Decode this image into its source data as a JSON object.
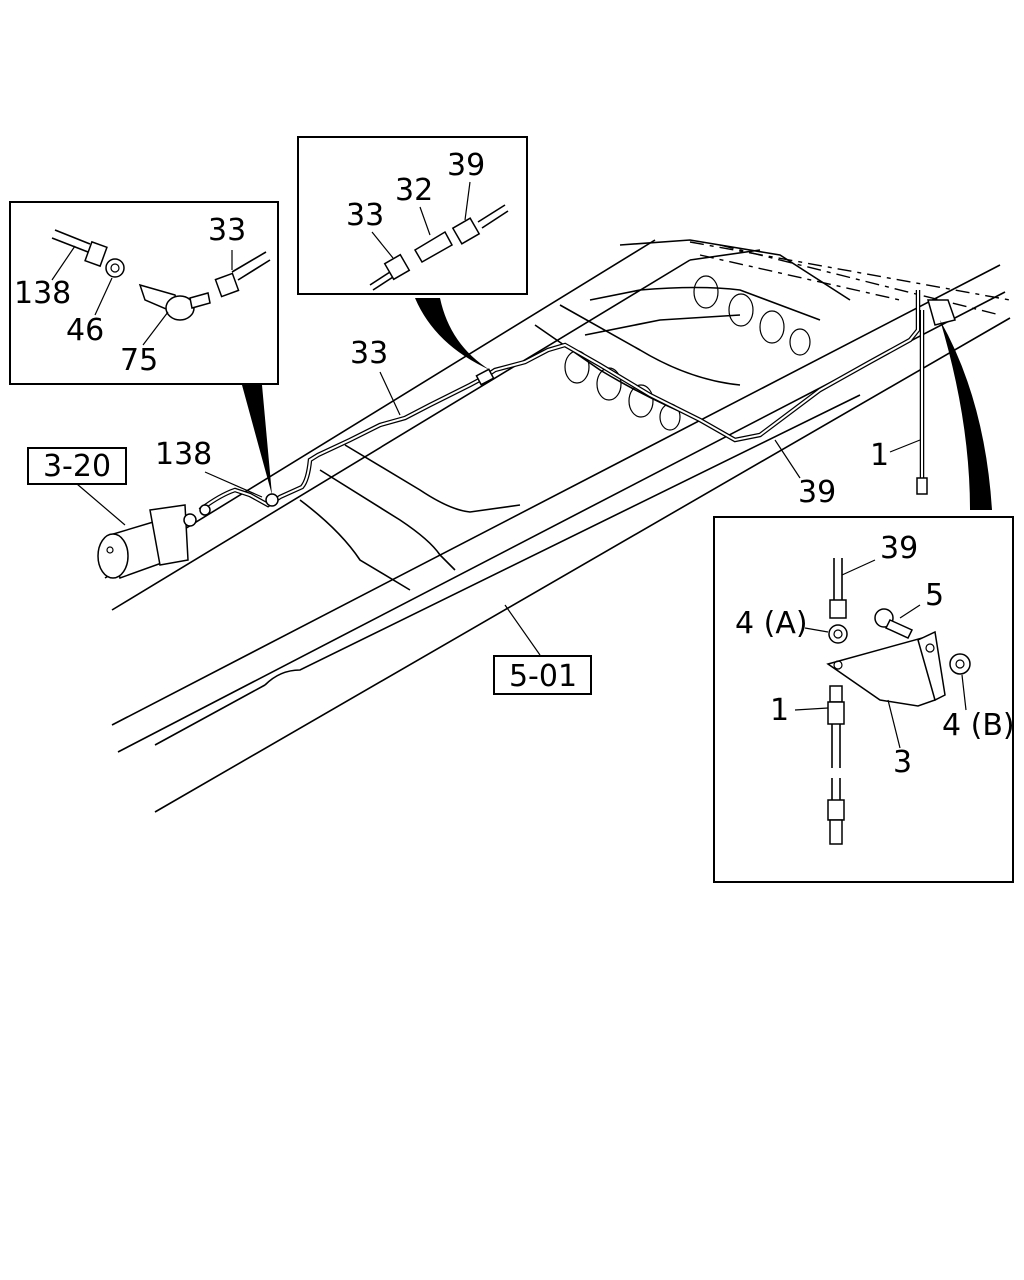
{
  "diagram": {
    "refs": {
      "ref_3_20": "3-20",
      "ref_5_01": "5-01"
    },
    "main_labels": {
      "pipe_33": "33",
      "connector_138": "138",
      "pipe_39": "39",
      "hose_1": "1"
    },
    "inset_left": {
      "p33": "33",
      "p138": "138",
      "p46": "46",
      "p75": "75"
    },
    "inset_top": {
      "p33": "33",
      "p32": "32",
      "p39": "39"
    },
    "inset_right": {
      "p39": "39",
      "p5": "5",
      "p4a": "4 (A)",
      "p4b": "4 (B)",
      "p1": "1",
      "p3": "3"
    }
  }
}
